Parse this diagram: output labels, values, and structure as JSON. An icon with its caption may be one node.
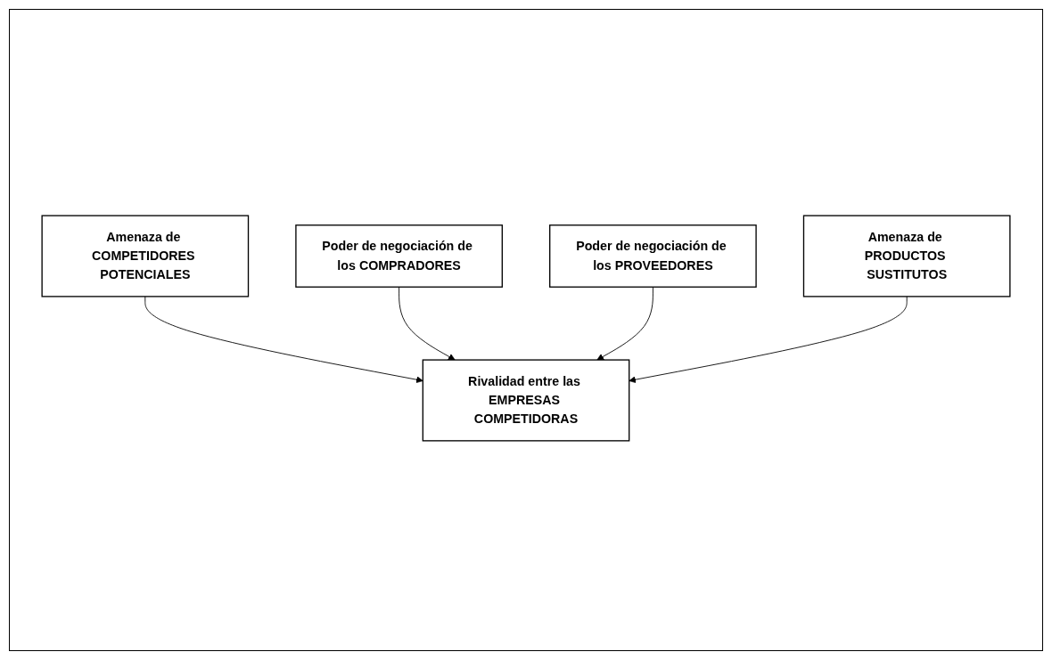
{
  "diagram": {
    "nodes": [
      {
        "text": [
          "Amenaza de COMPETIDORES POTENCIALES"
        ]
      },
      {
        "text": [
          "Poder de negociación de los COMPRADORES"
        ]
      },
      {
        "text": [
          "Rivalidad entre las EMPRESAS COMPETIDORAS"
        ]
      },
      {
        "text": [
          "Poder de negociación de los PROVEEDORES"
        ]
      },
      {
        "text": [
          "Amenaza de PRODUCTOS SUSTITUTOS"
        ]
      }
    ],
    "edges": [
      {
        "from": 0,
        "to": 2,
        "arrow": "to"
      },
      {
        "from": 1,
        "to": 2,
        "arrow": "to"
      },
      {
        "from": 3,
        "to": 2,
        "arrow": "to"
      },
      {
        "from": 4,
        "to": 2,
        "arrow": "to"
      }
    ]
  }
}
